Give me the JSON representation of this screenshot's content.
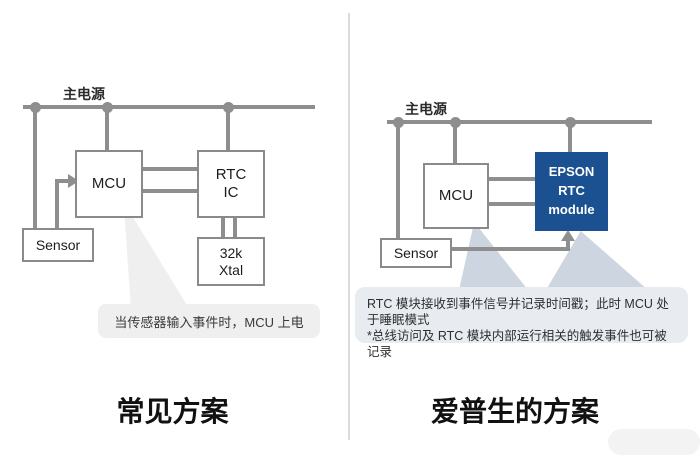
{
  "left": {
    "power_label": "主电源",
    "mcu_label": "MCU",
    "rtc_line1": "RTC",
    "rtc_line2": "IC",
    "sensor_label": "Sensor",
    "xtal_line1": "32k",
    "xtal_line2": "Xtal",
    "callout_text": "当传感器输入事件时，MCU 上电",
    "title": "常见方案"
  },
  "right": {
    "power_label": "主电源",
    "mcu_label": "MCU",
    "module_line1": "EPSON",
    "module_line2": "RTC",
    "module_line3": "module",
    "sensor_label": "Sensor",
    "callout_line1": "RTC 模块接收到事件信号并记录时间戳；此时 MCU 处于睡眠模式",
    "callout_line2": "*总线访问及 RTC 模块内部运行相关的触发事件也可被记录",
    "title": "爱普生的方案"
  },
  "colors": {
    "wire": "#8e8e8e",
    "epson_blue": "#1b5190",
    "callout_gray": "#efefef",
    "callout_blue": "#e8ecf1",
    "tail_blue": "#cdd6e0"
  }
}
